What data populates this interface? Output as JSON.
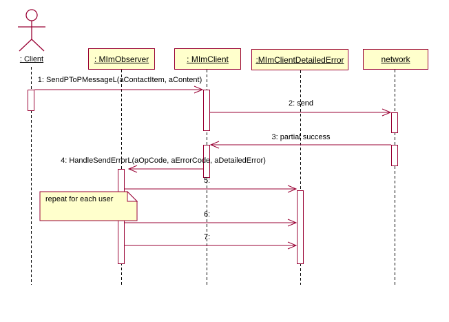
{
  "diagram": {
    "kind": "uml-sequence-diagram",
    "colors": {
      "shape": "#990033",
      "box_fill": "#FFFFCC",
      "text": "#000000",
      "lifeline": "#000000",
      "background": "#FFFFFF"
    }
  },
  "actor": {
    "name": ": Client"
  },
  "participants": [
    {
      "name": ": MImObserver"
    },
    {
      "name": ": MImClient"
    },
    {
      "name": ":MImClientDetailedError"
    },
    {
      "name": "network"
    }
  ],
  "messages": [
    {
      "seq": "1",
      "label": "1: SendPToPMessageL(aContactItem, aContent)",
      "from": ": Client",
      "to": ": MImClient",
      "direction": "right"
    },
    {
      "seq": "2",
      "label": "2: send",
      "from": ": MImClient",
      "to": "network",
      "direction": "right"
    },
    {
      "seq": "3",
      "label": "3: partial success",
      "from": "network",
      "to": ": MImClient",
      "direction": "left"
    },
    {
      "seq": "4",
      "label": "4: HandleSendErrorL(aOpCode, aErrorCode, aDetailedError)",
      "from": ": MImClient",
      "to": ": MImObserver",
      "direction": "left"
    },
    {
      "seq": "5",
      "label": "5:",
      "from": ": MImObserver",
      "to": ":MImClientDetailedError",
      "direction": "right"
    },
    {
      "seq": "6",
      "label": "6:",
      "from": ": MImObserver",
      "to": ":MImClientDetailedError",
      "direction": "right"
    },
    {
      "seq": "7",
      "label": "7:",
      "from": ": MImObserver",
      "to": ":MImClientDetailedError",
      "direction": "right"
    }
  ],
  "note": {
    "text": "repeat for each user"
  }
}
